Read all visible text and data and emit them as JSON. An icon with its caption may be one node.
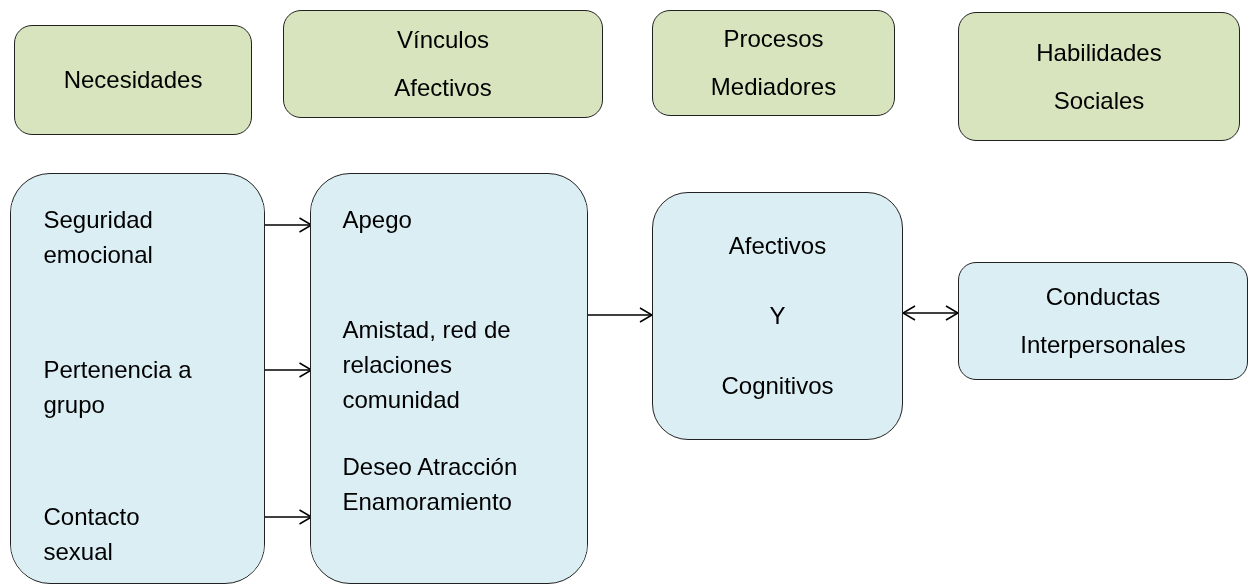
{
  "diagram": {
    "nodes": [
      {
        "text": [
          "Necesidades"
        ]
      },
      {
        "text": [
          "Vínculos Afectivos"
        ]
      },
      {
        "text": [
          "Procesos Mediadores"
        ]
      },
      {
        "text": [
          "Habilidades Sociales"
        ]
      },
      {
        "text": [],
        "shape": "box"
      },
      {
        "text": [
          "Seguridad emocional"
        ],
        "in": 4
      },
      {
        "text": [
          "Pertenencia a grupo"
        ],
        "in": 4
      },
      {
        "text": [
          "Contacto sexual"
        ],
        "in": 4
      },
      {
        "text": [],
        "shape": "box"
      },
      {
        "text": [
          "Apego"
        ],
        "in": 8
      },
      {
        "text": [
          "Amistad, red de relaciones comunidad"
        ],
        "in": 8
      },
      {
        "text": [
          "Deseo Atracción Enamoramiento"
        ],
        "in": 8
      },
      {
        "text": [
          "Afectivos",
          "Y",
          "Cognitivos"
        ]
      },
      {
        "text": [
          "Conductas Interpersonales"
        ]
      }
    ],
    "edges": [
      {
        "from": 5,
        "to": 9,
        "arrow": "to"
      },
      {
        "from": 6,
        "to": 10,
        "arrow": "to"
      },
      {
        "from": 7,
        "to": 11,
        "arrow": "to"
      },
      {
        "from": 8,
        "to": 12,
        "arrow": "to"
      },
      {
        "from": 12,
        "to": 13,
        "arrow": "both"
      }
    ]
  }
}
